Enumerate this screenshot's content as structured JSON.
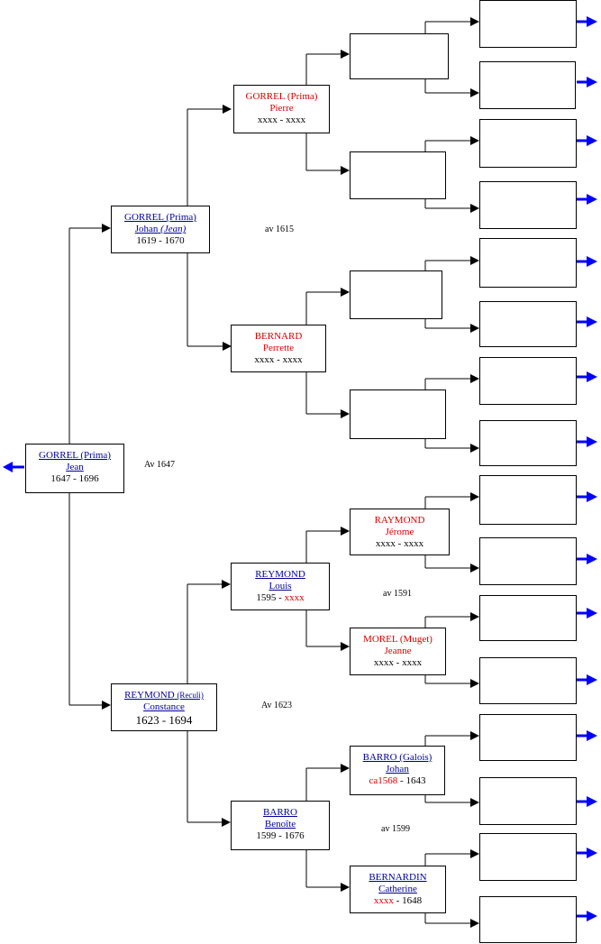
{
  "colors": {
    "link": "#00009c",
    "unknown": "#d40000",
    "arrow": "#0000ff",
    "line": "#000000"
  },
  "icons": {
    "navigate_back": "arrow-left-icon",
    "navigate_more": "arrow-right-icon"
  },
  "people": {
    "root": {
      "surname": "GORREL (Prima)",
      "given": "Jean",
      "birth": "1647",
      "death": "1696",
      "linked": true
    },
    "father": {
      "surname": "GORREL (Prima)",
      "given": "Johan",
      "given_alias": "(Jean)",
      "birth": "1619",
      "death": "1670",
      "linked": true
    },
    "mother": {
      "surname": "REYMOND",
      "surname_suffix": "(Reculi)",
      "given": "Constance",
      "birth": "1623",
      "death": "1694",
      "linked": true
    },
    "pgf": {
      "surname": "GORREL (Prima)",
      "given": "Pierre",
      "birth": "xxxx",
      "death": "xxxx",
      "linked": false
    },
    "pgm": {
      "surname": "BERNARD",
      "given": "Perrette",
      "birth": "xxxx",
      "death": "xxxx",
      "linked": false
    },
    "mgf": {
      "surname": "REYMOND",
      "given": "Louis",
      "birth": "1595",
      "death": "xxxx",
      "linked": true
    },
    "mgm": {
      "surname": "BARRO",
      "given": "Benoîte",
      "birth": "1599",
      "death": "1676",
      "linked": true
    },
    "mgf_f": {
      "surname": "RAYMOND",
      "given": "Jérome",
      "birth": "xxxx",
      "death": "xxxx",
      "linked": false
    },
    "mgf_m": {
      "surname": "MOREL (Muget)",
      "given": "Jeanne",
      "birth": "xxxx",
      "death": "xxxx",
      "linked": false
    },
    "mgm_f": {
      "surname": "BARRO (Galois)",
      "given": "Johan",
      "birth": "ca1568",
      "death": "1643",
      "linked": true
    },
    "mgm_m": {
      "surname": "BERNARDIN",
      "given": "Catherine",
      "birth": "xxxx",
      "death": "1648",
      "linked": true
    }
  },
  "marriages": {
    "root_parents": "Av 1647",
    "paternal_grandparents": "av 1615",
    "maternal_grandparents": "Av 1623",
    "mgf_parents": "av 1591",
    "mgm_parents": "av 1599"
  }
}
